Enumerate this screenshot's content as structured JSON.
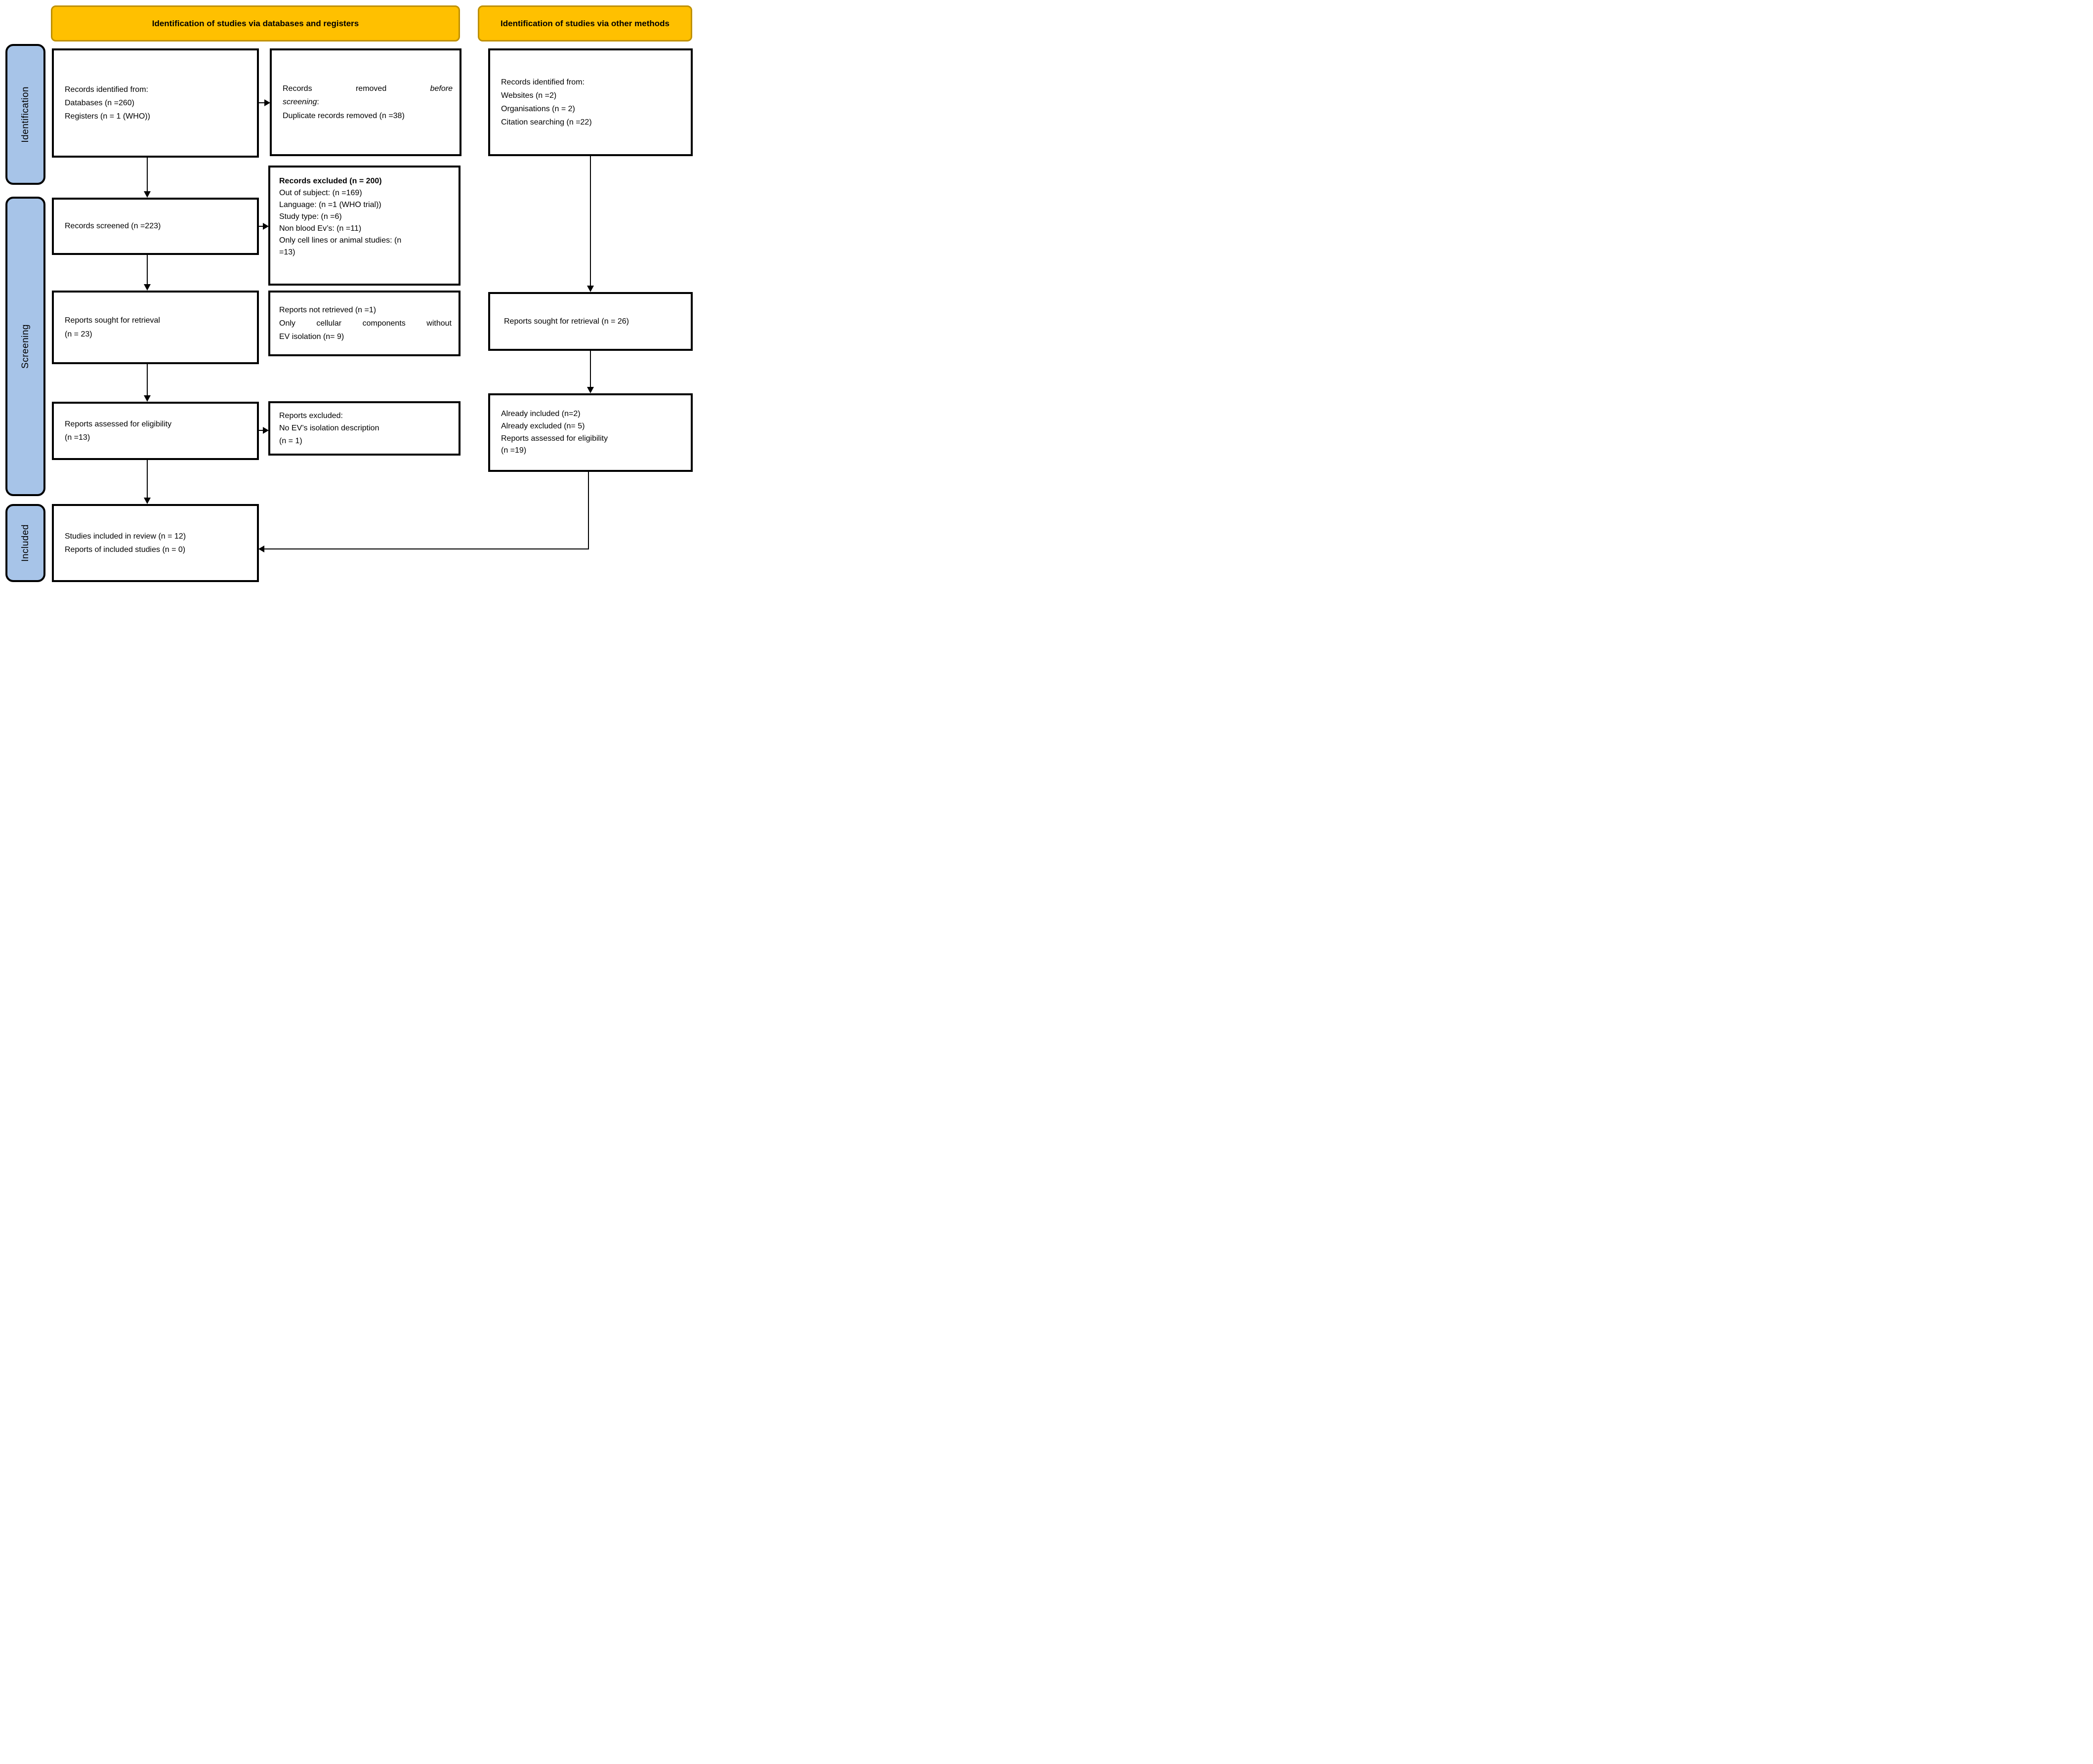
{
  "headers": {
    "left": "Identification of studies via databases and registers",
    "right": "Identification of studies via other methods"
  },
  "sidebar": {
    "identification": "Identification",
    "screening": "Screening",
    "included": "Included"
  },
  "colors": {
    "header_fill": "#FFC000",
    "header_border": "#BF9000",
    "sidebar_fill": "#A7C4E8",
    "box_border": "#000000"
  },
  "boxes": {
    "records_identified_db": {
      "lines": [
        "Records identified from:",
        "Databases (n =260)",
        "Registers (n = 1 (WHO))"
      ]
    },
    "records_removed": {
      "w1": "Records",
      "w2": "removed",
      "w3": "before",
      "screening_word": "screening",
      "colon": ":",
      "duplicate_line": "Duplicate records removed (n =38)"
    },
    "records_identified_other": {
      "lines": [
        "Records identified from:",
        "Websites (n =2)",
        "Organisations (n = 2)",
        "Citation searching (n =22)"
      ]
    },
    "records_screened": {
      "line": "Records screened (n =223)"
    },
    "records_excluded": {
      "title": "Records excluded (n = 200)",
      "lines": [
        "Out of subject: (n =169)",
        "Language: (n =1 (WHO trial))",
        "Study type: (n =6)",
        "Non blood Ev’s: (n =11)",
        "Only cell lines or animal studies: (n",
        "=13)"
      ]
    },
    "reports_sought_db": {
      "lines": [
        "Reports sought for retrieval",
        "(n = 23)"
      ]
    },
    "reports_not_retrieved": {
      "line1": "Reports not retrieved (n =1)",
      "w1": "Only",
      "w2": "cellular",
      "w3": "components",
      "w4": "without",
      "line3": "EV isolation (n= 9)"
    },
    "reports_assessed_db": {
      "lines": [
        "Reports assessed for eligibility",
        "(n =13)"
      ]
    },
    "reports_excluded": {
      "lines": [
        "Reports excluded:",
        "No EV’s isolation description",
        "(n = 1)"
      ]
    },
    "reports_sought_other": {
      "line": "Reports sought for retrieval (n = 26)"
    },
    "other_assessed": {
      "lines": [
        "Already included (n=2)",
        "Already excluded (n= 5)",
        "Reports assessed for eligibility",
        "(n =19)"
      ]
    },
    "studies_included": {
      "lines": [
        "Studies included in review (n = 12)",
        "Reports of included studies (n = 0)"
      ]
    }
  }
}
